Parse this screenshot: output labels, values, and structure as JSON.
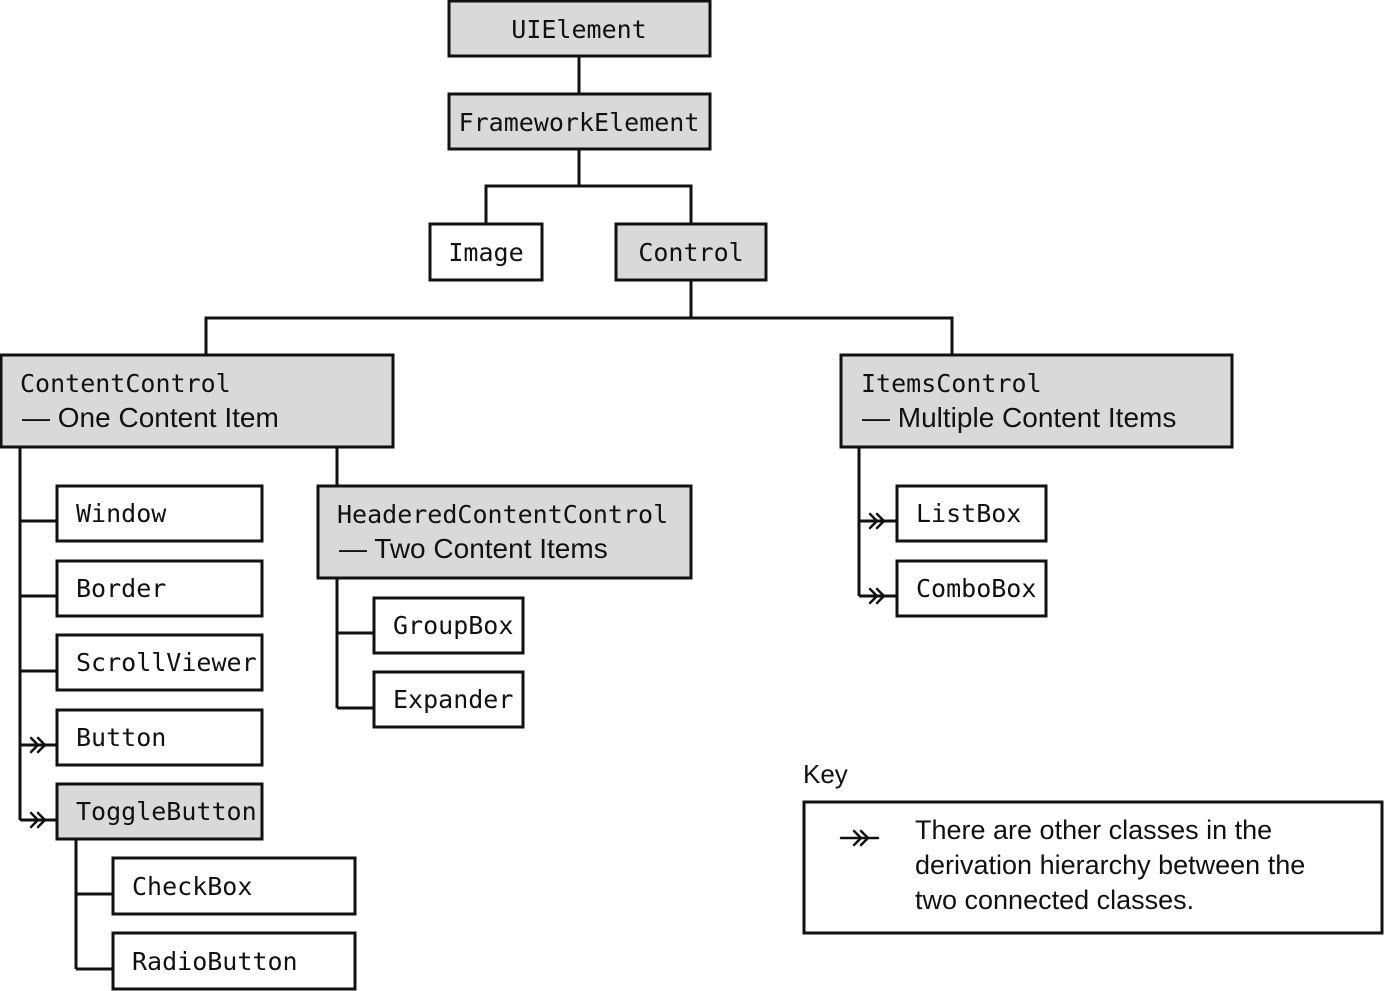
{
  "nodes": {
    "uielement": "UIElement",
    "frameworkelement": "FrameworkElement",
    "image": "Image",
    "control": "Control",
    "contentcontrol": {
      "name": "ContentControl",
      "desc": "— One Content Item"
    },
    "itemscontrol": {
      "name": "ItemsControl",
      "desc": "— Multiple Content Items"
    },
    "window": "Window",
    "border": "Border",
    "scrollviewer": "ScrollViewer",
    "button": "Button",
    "togglebutton": "ToggleButton",
    "checkbox": "CheckBox",
    "radiobutton": "RadioButton",
    "headeredcontentcontrol": {
      "name": "HeaderedContentControl",
      "desc": "— Two Content Items"
    },
    "groupbox": "GroupBox",
    "expander": "Expander",
    "listbox": "ListBox",
    "combobox": "ComboBox"
  },
  "key": {
    "title": "Key",
    "lines": [
      "There are other classes in the",
      "derivation hierarchy between the",
      "two connected classes."
    ]
  },
  "icons": {
    "skip_marker": "double-slash-skip-icon"
  }
}
